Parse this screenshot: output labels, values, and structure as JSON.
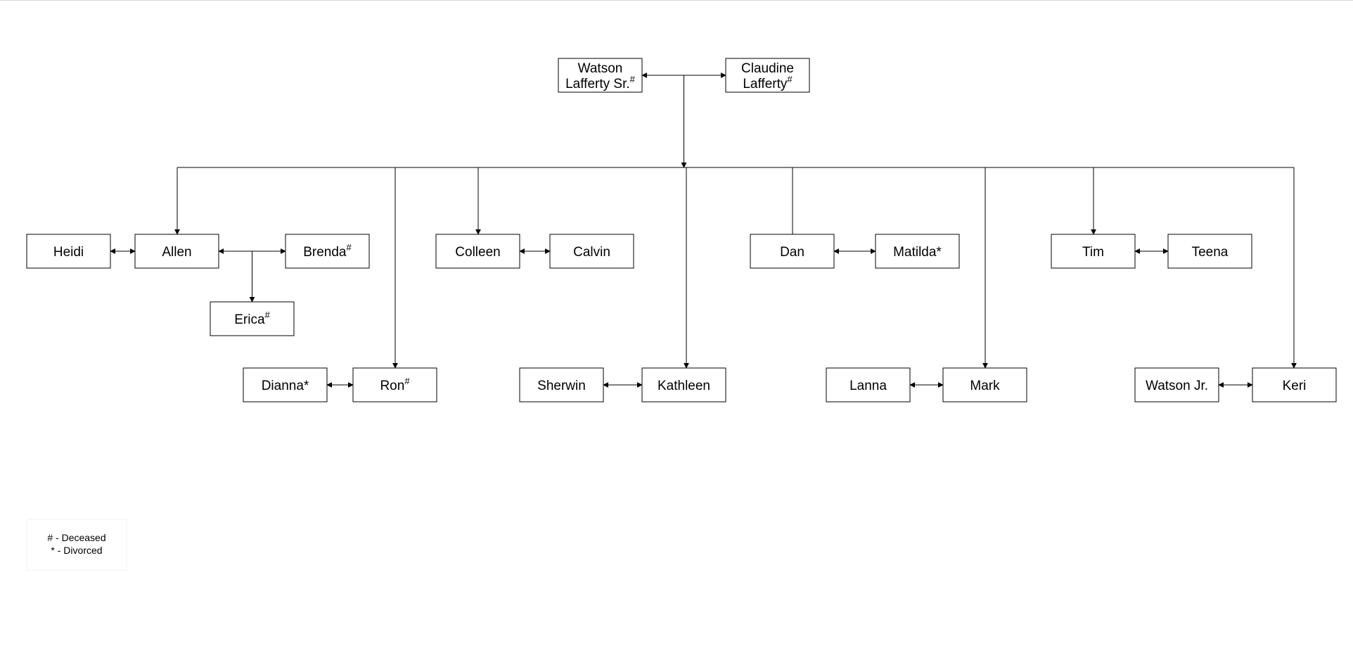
{
  "family_tree": {
    "nodes": [
      {
        "id": "watson_sr",
        "lines": [
          "Watson",
          "Lafferty Sr."
        ],
        "mark": "#"
      },
      {
        "id": "claudine",
        "lines": [
          "Claudine",
          "Lafferty"
        ],
        "mark": "#"
      },
      {
        "id": "heidi",
        "lines": [
          "Heidi"
        ],
        "mark": ""
      },
      {
        "id": "allen",
        "lines": [
          "Allen"
        ],
        "mark": ""
      },
      {
        "id": "brenda",
        "lines": [
          "Brenda"
        ],
        "mark": "#"
      },
      {
        "id": "erica",
        "lines": [
          "Erica"
        ],
        "mark": "#"
      },
      {
        "id": "colleen",
        "lines": [
          "Colleen"
        ],
        "mark": ""
      },
      {
        "id": "calvin",
        "lines": [
          "Calvin"
        ],
        "mark": ""
      },
      {
        "id": "dan",
        "lines": [
          "Dan"
        ],
        "mark": ""
      },
      {
        "id": "matilda",
        "lines": [
          "Matilda*"
        ],
        "mark": ""
      },
      {
        "id": "tim",
        "lines": [
          "Tim"
        ],
        "mark": ""
      },
      {
        "id": "teena",
        "lines": [
          "Teena"
        ],
        "mark": ""
      },
      {
        "id": "dianna",
        "lines": [
          "Dianna*"
        ],
        "mark": ""
      },
      {
        "id": "ron",
        "lines": [
          "Ron"
        ],
        "mark": "#"
      },
      {
        "id": "sherwin",
        "lines": [
          "Sherwin"
        ],
        "mark": ""
      },
      {
        "id": "kathleen",
        "lines": [
          "Kathleen"
        ],
        "mark": ""
      },
      {
        "id": "lanna",
        "lines": [
          "Lanna"
        ],
        "mark": ""
      },
      {
        "id": "mark",
        "lines": [
          "Mark"
        ],
        "mark": ""
      },
      {
        "id": "watson_jr",
        "lines": [
          "Watson Jr."
        ],
        "mark": ""
      },
      {
        "id": "keri",
        "lines": [
          "Keri"
        ],
        "mark": ""
      }
    ],
    "couples": [
      [
        "watson_sr",
        "claudine"
      ],
      [
        "heidi",
        "allen"
      ],
      [
        "allen",
        "brenda"
      ],
      [
        "colleen",
        "calvin"
      ],
      [
        "dan",
        "matilda"
      ],
      [
        "tim",
        "teena"
      ],
      [
        "dianna",
        "ron"
      ],
      [
        "sherwin",
        "kathleen"
      ],
      [
        "lanna",
        "mark"
      ],
      [
        "watson_jr",
        "keri"
      ]
    ],
    "parent_child": [
      {
        "parents": [
          "watson_sr",
          "claudine"
        ],
        "children": [
          "allen",
          "ron",
          "colleen",
          "kathleen",
          "dan",
          "mark",
          "tim",
          "keri"
        ]
      },
      {
        "parents": [
          "allen",
          "brenda"
        ],
        "children": [
          "erica"
        ]
      }
    ]
  },
  "legend": {
    "deceased": "# - Deceased",
    "divorced": "* - Divorced"
  },
  "colors": {
    "line": "#000000",
    "box_border": "#000000",
    "box_fill": "#ffffff"
  }
}
